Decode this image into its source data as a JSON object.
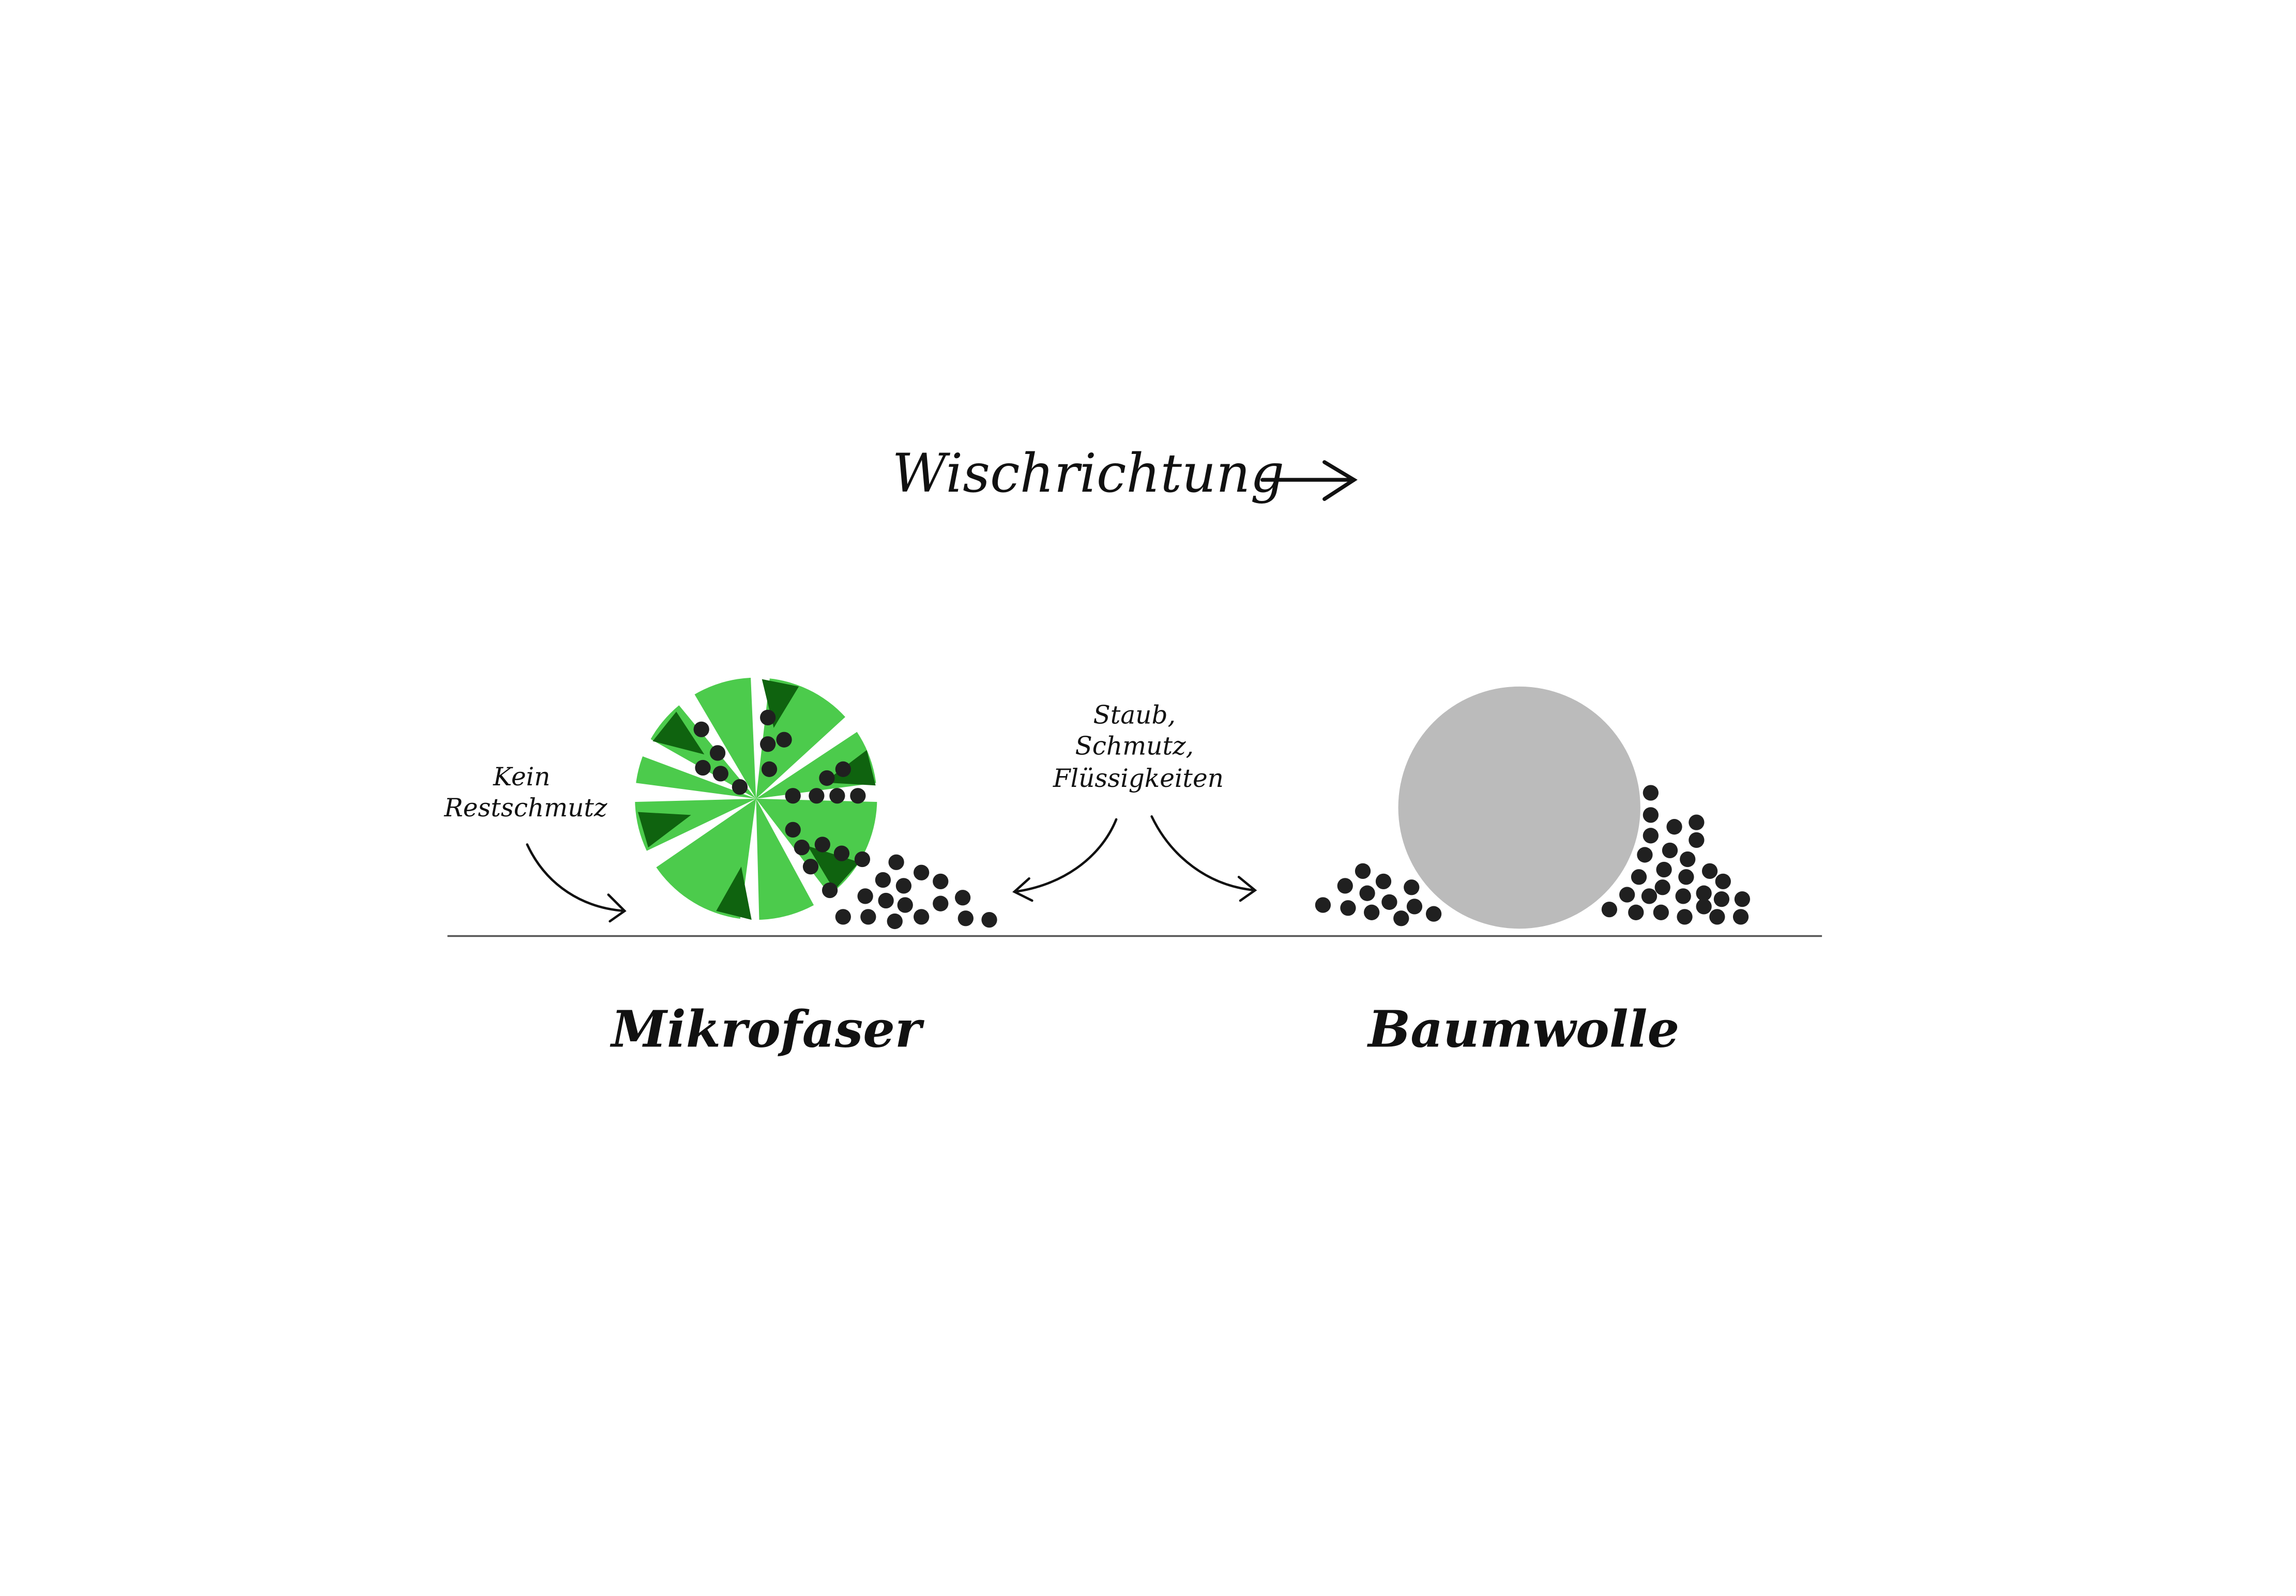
{
  "direction": {
    "label": "Wischrichtung"
  },
  "annotations": {
    "left": {
      "lines": [
        "Kein",
        "Restschmutz"
      ]
    },
    "center": {
      "lines": [
        "Staub,",
        "Schmutz,",
        "Flüssigkeiten"
      ]
    }
  },
  "cloths": {
    "microfiber": {
      "label": "Mikrofaser"
    },
    "cotton": {
      "label": "Baumwolle"
    }
  },
  "colors": {
    "light_green": "#4CCB4C",
    "dark_green": "#0F630F",
    "cotton_grey": "#BBBBBB",
    "dirt": "#202020",
    "line": "#555555"
  }
}
